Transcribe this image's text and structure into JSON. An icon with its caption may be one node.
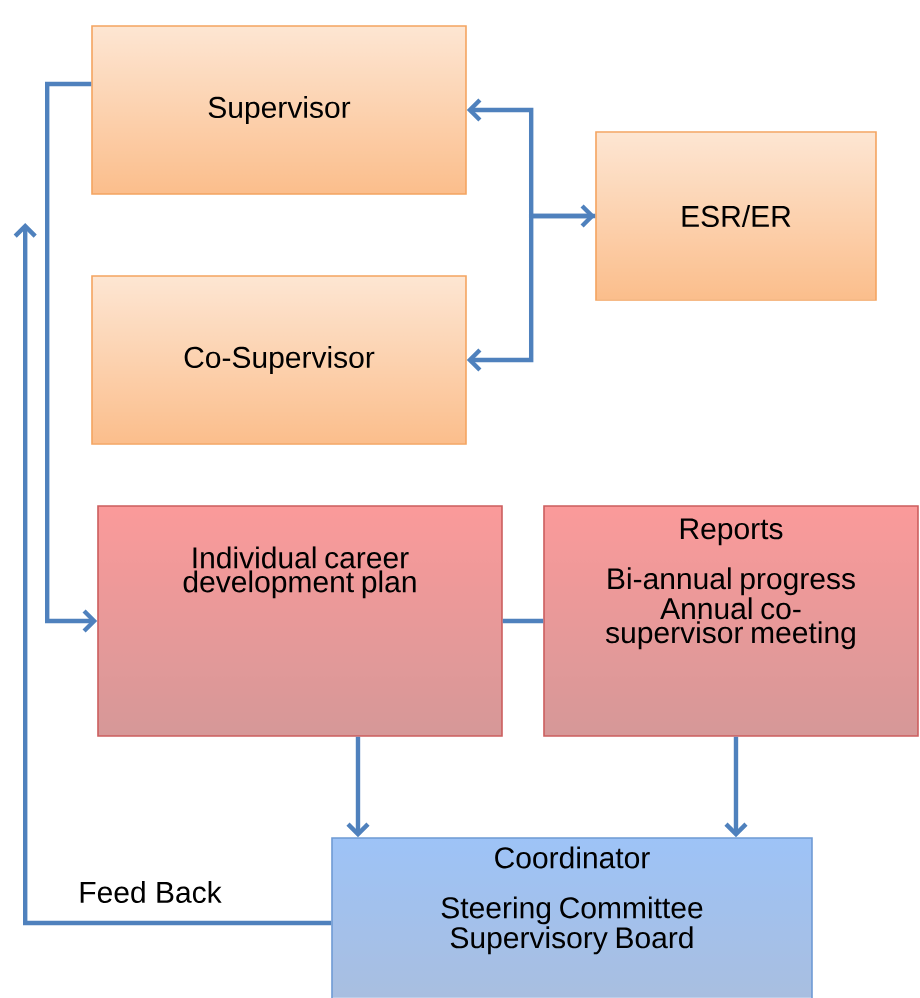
{
  "diagram": {
    "nodes": [
      {
        "text": [
          "Supervisor"
        ]
      },
      {
        "text": [
          "ESR/ER"
        ]
      },
      {
        "text": [
          "Co-Supervisor"
        ]
      },
      {
        "text": [
          "Individual career development plan"
        ]
      },
      {
        "text": [
          "Reports",
          "Bi-annual progress",
          "Annual co-supervisor meeting"
        ]
      },
      {
        "text": [
          "Coordinator",
          "Steering Committee",
          "Supervisory Board"
        ]
      }
    ],
    "edges": [
      {
        "from": 1,
        "to": 0,
        "arrow": "both"
      },
      {
        "from": 1,
        "to": 2,
        "arrow": "to"
      },
      {
        "from": 0,
        "to": 3,
        "arrow": "to"
      },
      {
        "from": 3,
        "to": 4,
        "arrow": "none"
      },
      {
        "from": 3,
        "to": 5,
        "arrow": "to"
      },
      {
        "from": 4,
        "to": 5,
        "arrow": "to"
      },
      {
        "from": 5,
        "to": null,
        "arrow": "to",
        "label": "Feed Back"
      }
    ]
  }
}
